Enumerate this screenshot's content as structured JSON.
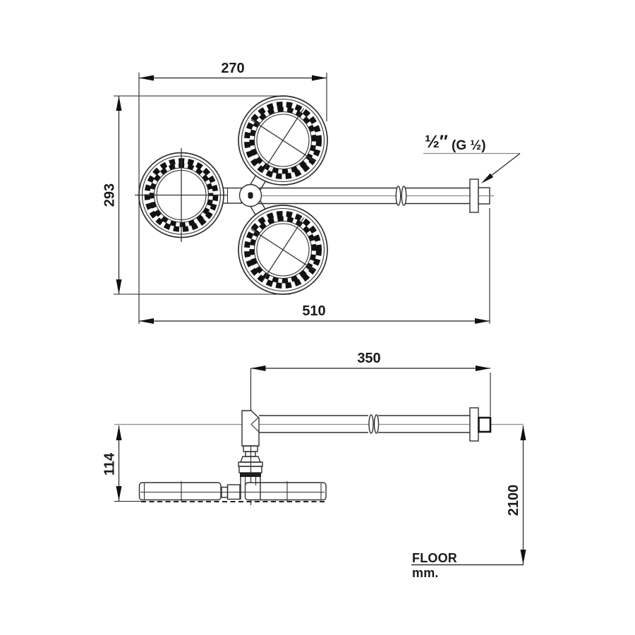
{
  "drawing": {
    "title": "shower-column-dimension-drawing",
    "units_label": "mm.",
    "floor_label": "FLOOR",
    "thread_callout": {
      "primary": "½″",
      "secondary": "(G ½)"
    },
    "top_view": {
      "width_across_heads_mm": "270",
      "height_across_heads_mm": "293",
      "overall_length_mm": "510"
    },
    "side_view": {
      "arm_projection_mm": "350",
      "head_drop_mm": "114",
      "height_above_floor_mm": "2100"
    },
    "colors": {
      "line": "#2f2f2f",
      "dim_text": "#1a1a1a",
      "reference_gray": "#8a8a8a",
      "background": "#ffffff"
    }
  }
}
